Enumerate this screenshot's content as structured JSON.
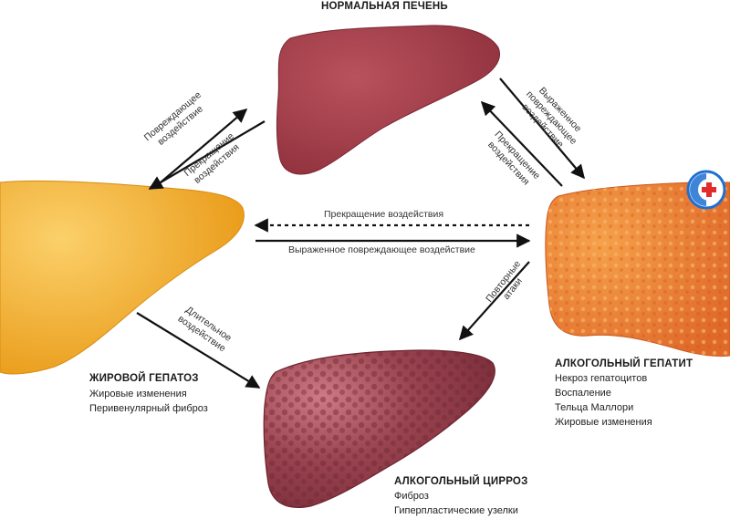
{
  "normal_liver": {
    "title": "НОРМАЛЬНАЯ ПЕЧЕНЬ"
  },
  "fatty_liver": {
    "title": "ЖИРОВОЙ ГЕПАТОЗ",
    "items": [
      "Жировые изменения",
      "Перивенулярный фиброз"
    ]
  },
  "alcoholic_hepatitis": {
    "title": "АЛКОГОЛЬНЫЙ ГЕПАТИТ",
    "items": [
      "Некроз гепатоцитов",
      "Воспаление",
      "Тельца Маллори",
      "Жировые изменения"
    ]
  },
  "alcoholic_cirrhosis": {
    "title": "АЛКОГОЛЬНЫЙ ЦИРРОЗ",
    "items": [
      "Фиброз",
      "Гиперпластические узелки"
    ]
  },
  "arrows": {
    "left_up": [
      "Повреждающее",
      "воздействие"
    ],
    "left_down": [
      "Прекращение",
      "воздействия"
    ],
    "right_down": [
      "Выраженное",
      "повреждающее",
      "воздействие"
    ],
    "right_up": [
      "Прекращение",
      "воздействия"
    ],
    "middle_stop": "Прекращение воздействия",
    "middle_damage": "Выраженное повреждающее воздействие",
    "long_term": [
      "Длительное",
      "воздействие"
    ],
    "repeated": [
      "Повторные",
      "атаки"
    ]
  },
  "colors": {
    "normal": "#a23e48",
    "fatty": "#f2a825",
    "hepatitis": "#ea7a2c",
    "cirrhosis": "#8e3b46",
    "arrow": "#111111",
    "badge": "#1f6fd1"
  }
}
